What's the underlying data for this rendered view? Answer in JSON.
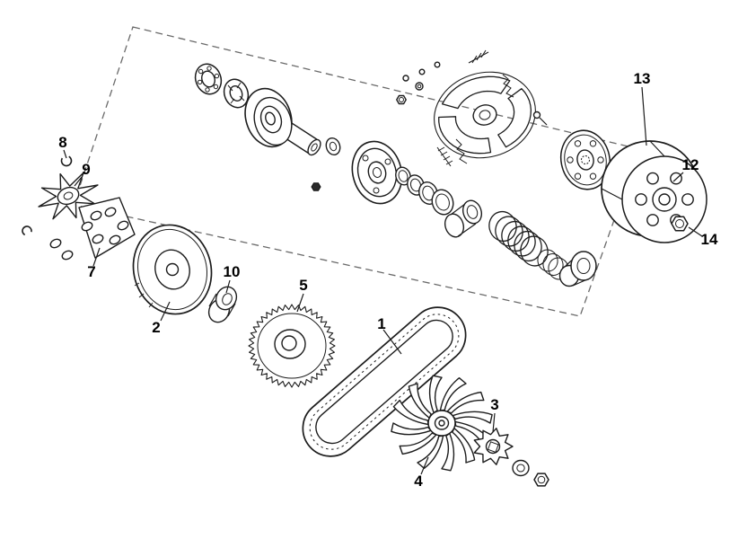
{
  "figure": {
    "kind": "exploded-parts-diagram",
    "style": "black-and-white line art",
    "background": "#ffffff",
    "line_color": "#1c1c1c",
    "dash_color": "#6a6a6a",
    "label_font_size": 17
  },
  "labels": [
    {
      "n": "1"
    },
    {
      "n": "2"
    },
    {
      "n": "3"
    },
    {
      "n": "4"
    },
    {
      "n": "5"
    },
    {
      "n": "7"
    },
    {
      "n": "8"
    },
    {
      "n": "9"
    },
    {
      "n": "10"
    },
    {
      "n": "12"
    },
    {
      "n": "13"
    },
    {
      "n": "14"
    }
  ]
}
